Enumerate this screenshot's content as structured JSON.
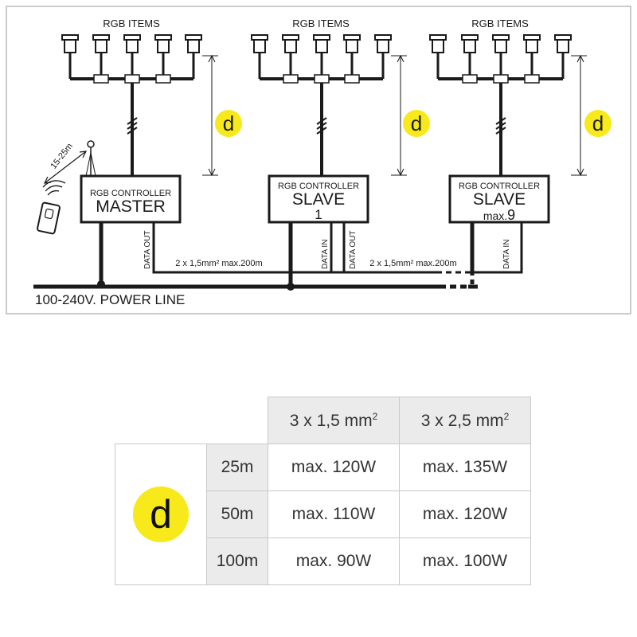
{
  "diagram": {
    "rgb_items_label": "RGB ITEMS",
    "distance_badge": "d",
    "remote_distance": "15-25m",
    "controllers": {
      "master": {
        "line1": "RGB CONTROLLER",
        "line2": "MASTER"
      },
      "slave1": {
        "line1": "RGB CONTROLLER",
        "line2": "SLAVE",
        "line3": "1"
      },
      "slave9": {
        "line1": "RGB CONTROLLER",
        "line2": "SLAVE",
        "line3_prefix": "max.",
        "line3_num": "9"
      }
    },
    "data_out": "DATA OUT",
    "data_in": "DATA IN",
    "cable_spec": "2 x 1,5mm² max.200m",
    "power_line": "100-240V. POWER LINE"
  },
  "table": {
    "badge": "d",
    "col1_base": "3 x 1,5 mm",
    "col2_base": "3 x 2,5 mm",
    "col_sup": "2",
    "rows": [
      {
        "distance": "25m",
        "c1": "max. 120W",
        "c2": "max. 135W"
      },
      {
        "distance": "50m",
        "c1": "max. 110W",
        "c2": "max. 120W"
      },
      {
        "distance": "100m",
        "c1": "max. 90W",
        "c2": "max. 100W"
      }
    ],
    "colors": {
      "badge": "#f7e91a",
      "header_bg": "#ebebeb"
    }
  }
}
